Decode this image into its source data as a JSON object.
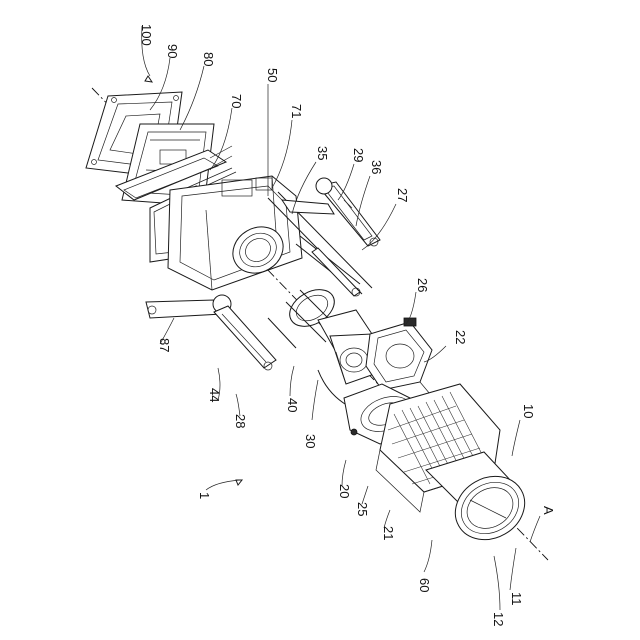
{
  "figure": {
    "labels": {
      "l100": "100",
      "l90": "90",
      "l80": "80",
      "l70": "70",
      "l50": "50",
      "l71": "71",
      "l35": "35",
      "l29": "29",
      "l36": "36",
      "l27": "27",
      "l26": "26",
      "l22": "22",
      "l87": "87",
      "l44": "44",
      "l28": "28",
      "l40": "40",
      "l30": "30",
      "l20": "20",
      "l25": "25",
      "l21": "21",
      "l1": "1",
      "l10": "10",
      "lA": "A",
      "l60": "60",
      "l11": "11",
      "l12": "12"
    },
    "colors": {
      "line": "#1a1a1a",
      "background": "#ffffff"
    }
  }
}
